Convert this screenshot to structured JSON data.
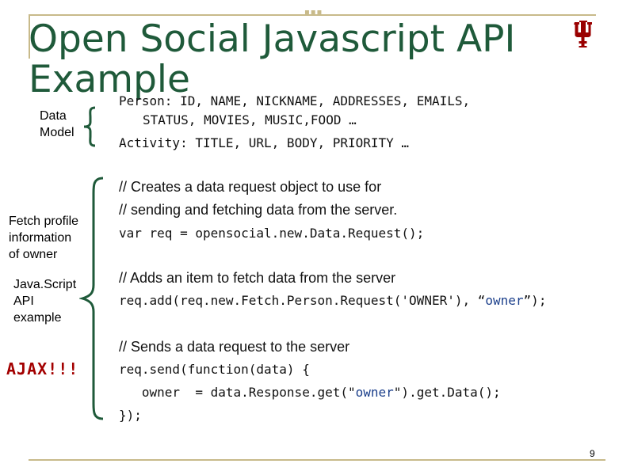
{
  "slide": {
    "title_line1": "Open Social Javascript API",
    "title_line2": "Example",
    "logo_icon": "indiana-university-trident-icon",
    "brand_color": "#9a0000",
    "page_number": "9"
  },
  "labels": {
    "data_model": [
      "Data",
      "Model"
    ],
    "fetch_profile": [
      "Fetch profile",
      "information",
      "of owner"
    ],
    "javascript_api": [
      "Java.Script",
      "API",
      "example"
    ],
    "ajax": "AJAX!!!"
  },
  "data_model": {
    "person_key": "Person:",
    "person_fields_1": " ID, NAME, NICKNAME, ADDRESSES, EMAILS,",
    "person_fields_2": "STATUS, MOVIES, MUSIC,FOOD …",
    "activity_key": "Activity:",
    "activity_fields": " TITLE, URL, BODY, PRIORITY …"
  },
  "code": {
    "comment1_line1": "// Creates a data request object to use for",
    "comment1_line2": "// sending and fetching data from the server.",
    "line_req": "var req = opensocial.new.Data.Request();",
    "comment2": "// Adds an item to fetch data from the server",
    "add_prefix": "req.add(req.new.Fetch.Person.Request('OWNER'), “",
    "add_string": "owner",
    "add_suffix": "”);",
    "comment3": "// Sends a data request to the server",
    "send_line": "req.send(function(data) {",
    "owner_prefix": "   owner  = data.Response.get(\"",
    "owner_string": "owner",
    "owner_suffix": "\").get.Data();",
    "close_line": "});"
  }
}
